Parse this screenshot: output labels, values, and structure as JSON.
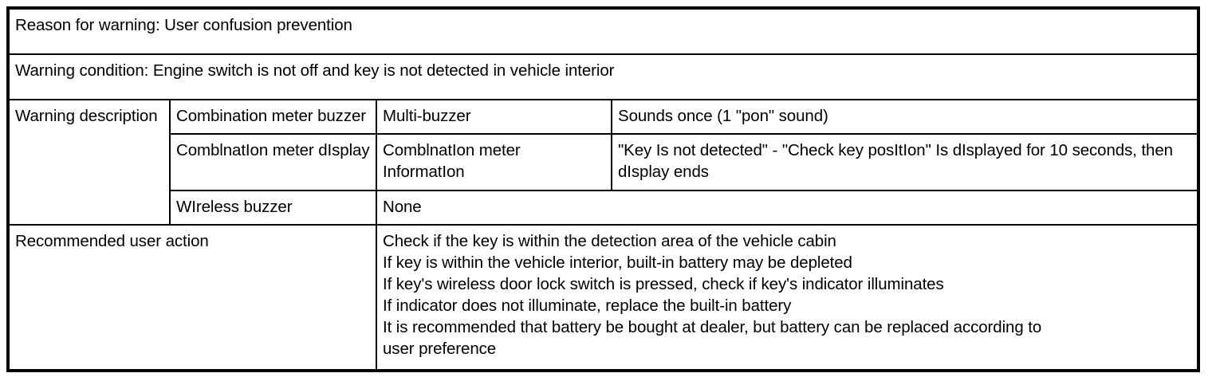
{
  "table": {
    "reason_row": {
      "text": "Reason for warning: User confusion prevention"
    },
    "condition_row": {
      "text": "Warning condition: Engine switch is not off and key is not detected in vehicle interior"
    },
    "warning_description": {
      "label": "Warning description",
      "rows": [
        {
          "device": "Combination meter buzzer",
          "type": "Multi-buzzer",
          "detail": "Sounds once (1 \"pon\" sound)"
        },
        {
          "device": "ComblnatIon meter dIsplay",
          "type": "ComblnatIon meter InformatIon",
          "detail": "\"Key Is not detected\" - \"Check key posItIon\" Is dIsplayed for 10 seconds, then dIsplay ends"
        },
        {
          "device": "WIreless buzzer",
          "type": "None",
          "detail": ""
        }
      ]
    },
    "recommended_action": {
      "label": "Recommended user action",
      "lines": [
        "Check if the key is within the detection area of the vehicle cabin",
        "If key is within the vehicle interior, built-in battery may be depleted",
        "If key's wireless door lock switch is pressed, check if key's indicator illuminates",
        "If indicator does not illuminate, replace the built-in battery",
        "It is recommended that battery be bought at dealer, but battery can be replaced according to",
        "user preference"
      ]
    }
  }
}
